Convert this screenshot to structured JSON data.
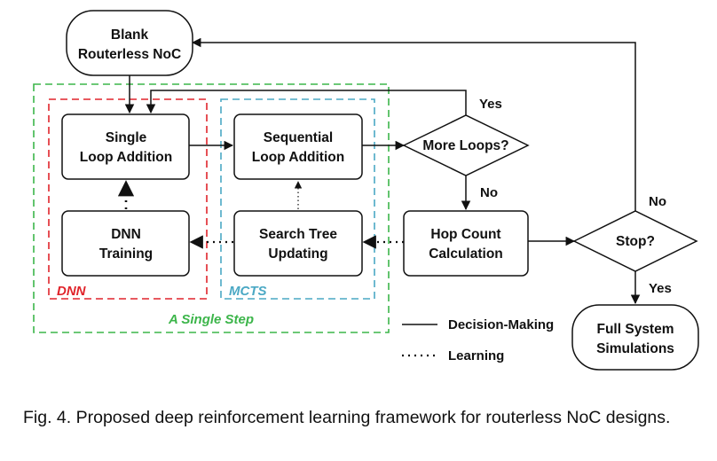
{
  "colors": {
    "ink": "#111111",
    "single_step": "#3cb54a",
    "dnn": "#e0242b",
    "mcts": "#4aa8c4"
  },
  "nodes": {
    "blank_noc": [
      "Blank",
      "Routerless NoC"
    ],
    "single_loop": [
      "Single",
      "Loop Addition"
    ],
    "sequential_loop": [
      "Sequential",
      "Loop Addition"
    ],
    "more_loops": [
      "More Loops?"
    ],
    "dnn_training": [
      "DNN",
      "Training"
    ],
    "search_tree": [
      "Search Tree",
      "Updating"
    ],
    "hop_count": [
      "Hop Count",
      "Calculation"
    ],
    "stop": [
      "Stop?"
    ],
    "full_system": [
      "Full System",
      "Simulations"
    ]
  },
  "edge_labels": {
    "more_loops_yes": "Yes",
    "more_loops_no": "No",
    "stop_no": "No",
    "stop_yes": "Yes"
  },
  "regions": {
    "dnn": "DNN",
    "mcts": "MCTS",
    "single_step": "A Single Step"
  },
  "legend": {
    "decision_making": "Decision-Making",
    "learning": "Learning"
  },
  "caption": "Fig. 4. Proposed deep reinforcement learning framework for routerless NoC designs."
}
